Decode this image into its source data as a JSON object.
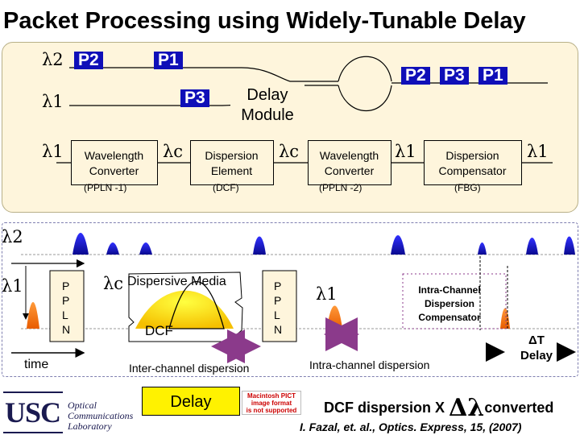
{
  "title": "Packet Processing using Widely-Tunable Delay",
  "top": {
    "lambda2": "λ2",
    "lambda1_row2": "λ1",
    "packets": {
      "p2": "P2",
      "p1": "P1",
      "p3": "P3"
    },
    "output_packets": [
      "P2",
      "P3",
      "P1"
    ],
    "delay_module": [
      "Delay",
      "Module"
    ],
    "chain": {
      "lambda1_in": "λ1",
      "wc1": {
        "label": [
          "Wavelength",
          "Converter"
        ],
        "sub": "(PPLN -1)"
      },
      "lambda_c1": "λc",
      "disp": {
        "label": [
          "Dispersion",
          "Element"
        ],
        "sub": "(DCF)"
      },
      "lambda_c2": "λc",
      "wc2": {
        "label": [
          "Wavelength",
          "Converter"
        ],
        "sub": "(PPLN -2)"
      },
      "lambda1_mid": "λ1",
      "comp": {
        "label": [
          "Dispersion",
          "Compensator"
        ],
        "sub": "(FBG)"
      },
      "lambda1_out": "λ1"
    }
  },
  "bottom": {
    "lambda2": "λ2",
    "lambda1": "λ1",
    "time_label": "time",
    "ppln1": [
      "P",
      "P",
      "L",
      "N"
    ],
    "lambda_c": "λc",
    "dispersive_media": "Dispersive Media",
    "dcf": "DCF",
    "ppln2": [
      "P",
      "P",
      "L",
      "N"
    ],
    "lambda1_mid": "λ1",
    "intra_comp": [
      "Intra-Channel",
      "Dispersion",
      "Compensator"
    ],
    "delta_t": [
      "ΔT",
      "Delay"
    ],
    "inter_dispersion": "Inter-channel dispersion",
    "intra_dispersion": "Intra-channel dispersion"
  },
  "footer": {
    "logo_text": "USC",
    "logo_lines": [
      "Optical",
      "Communications",
      "Laboratory"
    ],
    "delay_box": "Delay",
    "placeholder": [
      "Macintosh PICT",
      "image format",
      "is not supported"
    ],
    "formula_prefix": "DCF dispersion X ",
    "formula_symbol": "Δλ",
    "formula_suffix": "converted",
    "citation": "I. Fazal, et. al., Optics. Express, 15, (2007)"
  },
  "colors": {
    "panel_bg": "#fef5dc",
    "packet_blue": "#0f0fb8",
    "pulse_blue": "#1515c8",
    "pulse_orange": "#ff7a1a",
    "arrow_purple": "#8b3a8b",
    "delay_yellow": "#fff200"
  }
}
